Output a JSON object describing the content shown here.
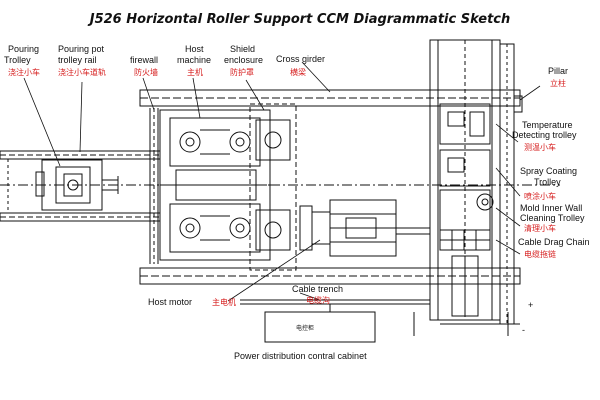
{
  "title": "J526 Horizontal Roller Support CCM Diagrammatic Sketch",
  "labels": {
    "pouring_trolley_en_1": "Pouring",
    "pouring_trolley_en_2": "Trolley",
    "pouring_trolley_cn": "浇注小车",
    "pot_rail_en_1": "Pouring pot",
    "pot_rail_en_2": "trolley rail",
    "pot_rail_cn": "浇注小车道轨",
    "firewall_en": "firewall",
    "firewall_cn": "防火墙",
    "host_machine_en_1": "Host",
    "host_machine_en_2": "machine",
    "host_machine_cn": "主机",
    "shield_en_1": "Shield",
    "shield_en_2": "enclosure",
    "shield_cn": "防护罩",
    "cross_girder_en": "Cross girder",
    "cross_girder_cn": "横梁",
    "pillar_en": "Pillar",
    "pillar_cn": "立柱",
    "temp_trolley_en_1": "Temperature",
    "temp_trolley_en_2": "Detecting trolley",
    "temp_trolley_cn": "测温小车",
    "spray_trolley_en_1": "Spray Coating",
    "spray_trolley_en_2": "Trolley",
    "spray_trolley_cn": "喷涂小车",
    "mold_clean_en_1": "Mold Inner Wall",
    "mold_clean_en_2": "Cleaning Trolley",
    "mold_clean_cn": "清理小车",
    "cable_chain_en": "Cable Drag Chain",
    "cable_chain_cn": "电缆拖链",
    "host_motor_en": "Host motor",
    "host_motor_cn": "主电机",
    "cable_trench_en": "Cable trench",
    "cable_trench_cn": "电缆沟",
    "cabinet_en": "Power distribution contral cabinet",
    "cabinet_cn": "电控柜",
    "axis_plus": "+",
    "axis_minus": "-"
  },
  "colors": {
    "line": "#111111",
    "annotation_red": "#d61d1d",
    "background": "#ffffff"
  }
}
